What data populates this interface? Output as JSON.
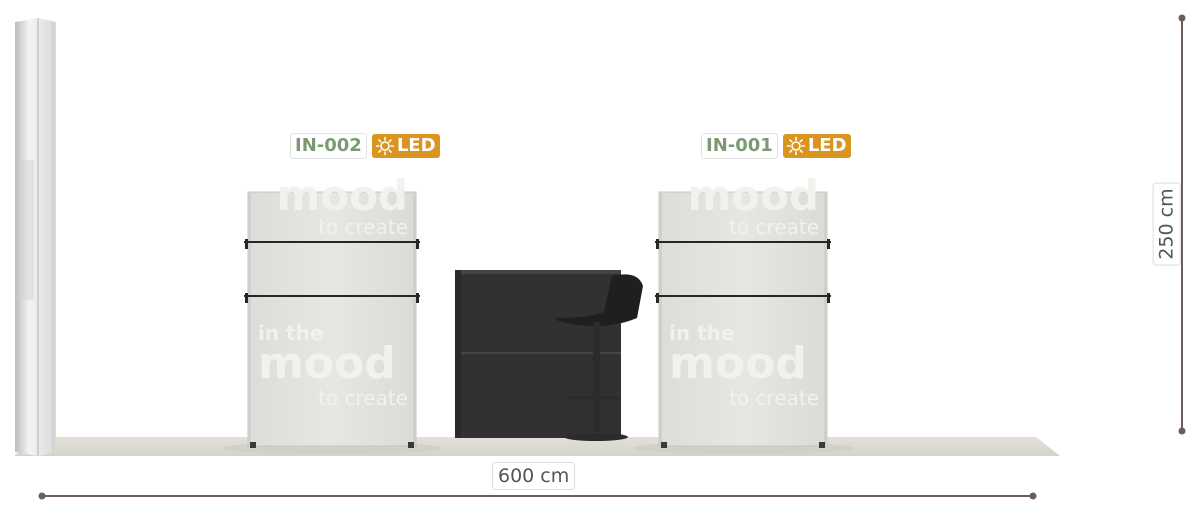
{
  "units": [
    {
      "code": "IN-002",
      "feature": "LED",
      "feature_icon": "sun-icon",
      "graphic_line1": "in the",
      "graphic_line2": "mood",
      "graphic_line3": "to create",
      "top_line2": "mood",
      "top_line3": "to create"
    },
    {
      "code": "IN-001",
      "feature": "LED",
      "feature_icon": "sun-icon",
      "graphic_line1": "in the",
      "graphic_line2": "mood",
      "graphic_line3": "to create",
      "top_line2": "mood",
      "top_line3": "to create"
    }
  ],
  "dimensions": {
    "width_label": "600 cm",
    "height_label": "250 cm"
  },
  "colors": {
    "led_badge": "#d9951f",
    "code_text": "#7a9a72",
    "dimension_line": "#6b5e58",
    "floor": "#dcd9d2",
    "panel": "#e2e3df",
    "counter": "#2f2f2e"
  }
}
